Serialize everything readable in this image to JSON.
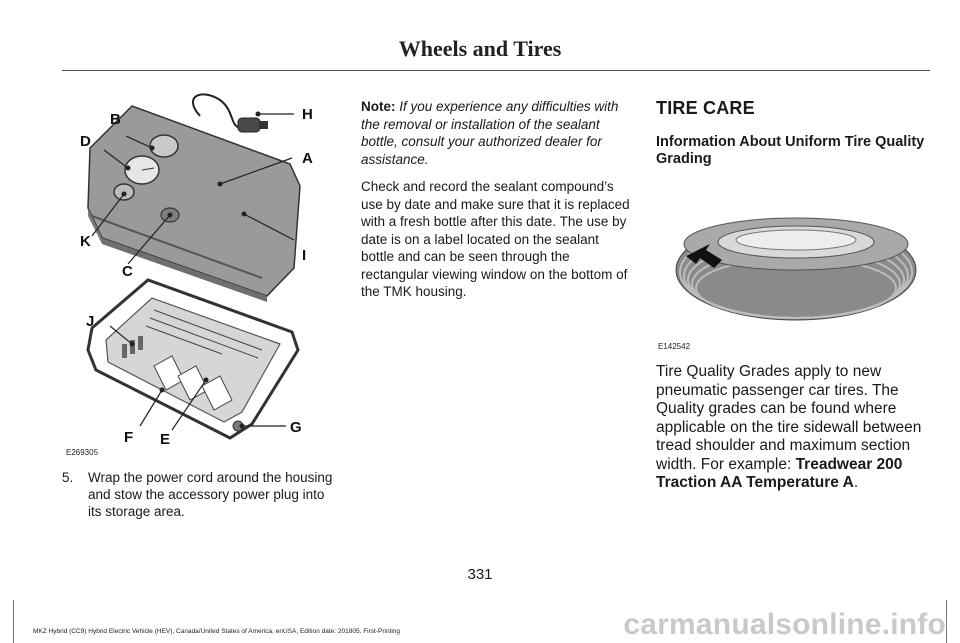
{
  "header": {
    "title": "Wheels and Tires"
  },
  "figure_compressor": {
    "callouts": [
      "A",
      "B",
      "C",
      "D",
      "E",
      "F",
      "G",
      "H",
      "I",
      "J",
      "K"
    ],
    "code": "E269305"
  },
  "step": {
    "number": "5.",
    "text": "Wrap the power cord around the housing and stow the accessory power plug into its storage area."
  },
  "note": {
    "label": "Note:",
    "text": "If you experience any difficulties with the removal or installation of the sealant bottle, consult your authorized dealer for assistance."
  },
  "sealant_paragraph": "Check and record the sealant compound’s use by date and make sure that it is replaced with a fresh bottle after this date. The use by date is on a label located on the sealant bottle and can be seen through the rectangular viewing window on the bottom of the TMK housing.",
  "tire_care": {
    "heading": "TIRE CARE",
    "subheading": "Information About Uniform Tire Quality Grading",
    "figure_code": "E142542",
    "paragraph_start": "Tire Quality Grades apply to new pneumatic passenger car tires. The Quality grades can be found where applicable on the tire sidewall between tread shoulder and maximum section width. For example: ",
    "example": "Treadwear 200 Traction AA Temperature A",
    "paragraph_end": "."
  },
  "page_number": "331",
  "footer": "MKZ Hybrid (CC9) Hybrid Electric Vehicle (HEV), Canada/United States of America, enUSA, Edition date: 201805, First-Printing",
  "watermark": "carmanualsonline.info"
}
